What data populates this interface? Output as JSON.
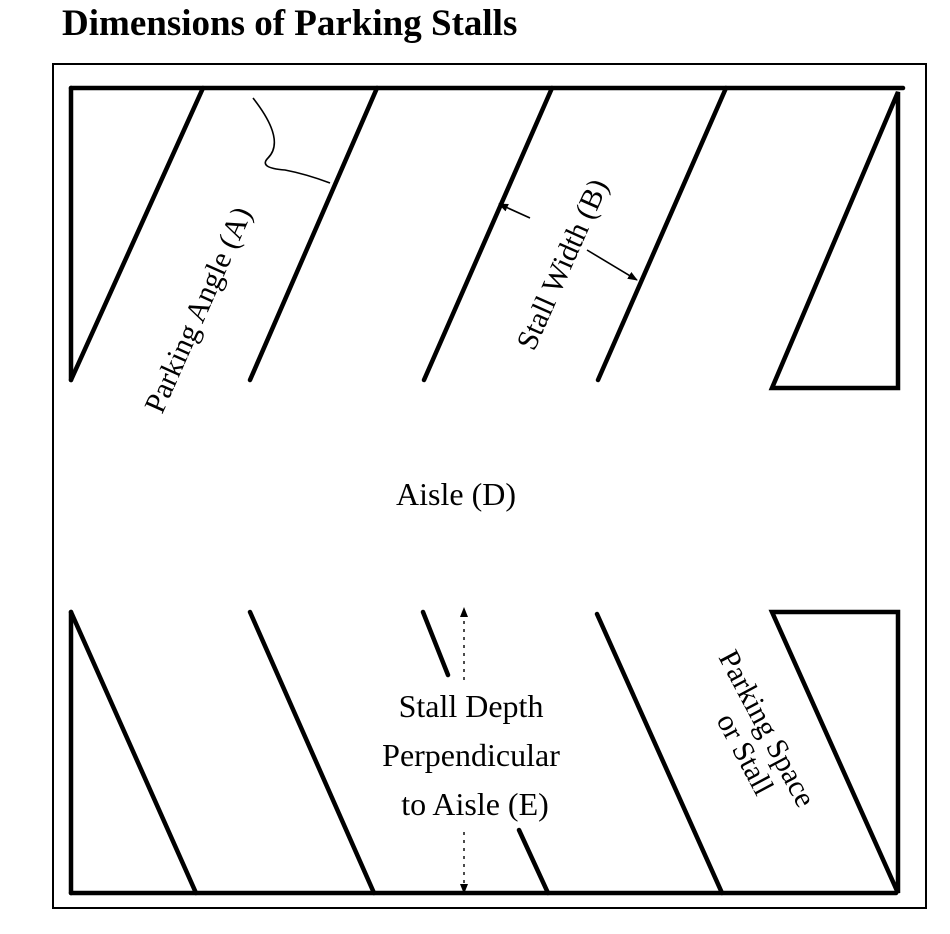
{
  "title": "Dimensions of Parking Stalls",
  "labels": {
    "parking_angle": "Parking Angle (A)",
    "stall_width": "Stall Width (B)",
    "aisle": "Aisle (D)",
    "stall_depth_line1": "Stall Depth",
    "stall_depth_line2": "Perpendicular",
    "stall_depth_line3": "to Aisle (E)",
    "parking_space_line1": "Parking Space",
    "parking_space_line2": "or Stall"
  }
}
